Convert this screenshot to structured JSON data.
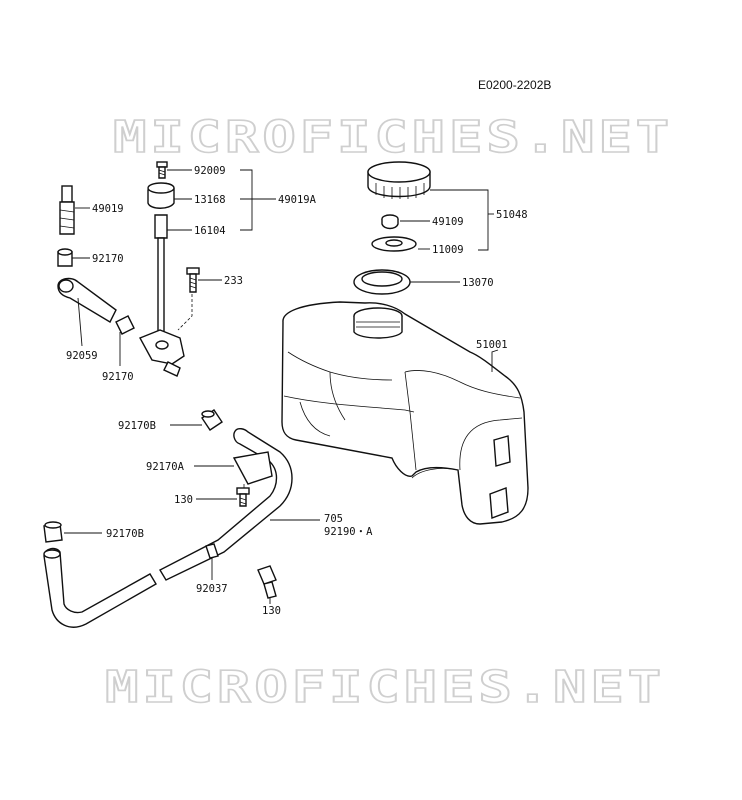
{
  "diagram_code": "E0200-2202B",
  "watermark": "MICROFICHES.NET",
  "part_labels": {
    "p92009": "92009",
    "p13168": "13168",
    "p49019A": "49019A",
    "p16104": "16104",
    "p49019": "49019",
    "p92170_top": "92170",
    "p233": "233",
    "p92059": "92059",
    "p92170_bottom": "92170",
    "p49109": "49109",
    "p51048": "51048",
    "p11009": "11009",
    "p13070": "13070",
    "p51001": "51001",
    "p92170B_top": "92170B",
    "p92170A": "92170A",
    "p130_left": "130",
    "p705": "705",
    "p92190A": "92190・A",
    "p92170B_bottom": "92170B",
    "p92037": "92037",
    "p130_bottom": "130"
  }
}
